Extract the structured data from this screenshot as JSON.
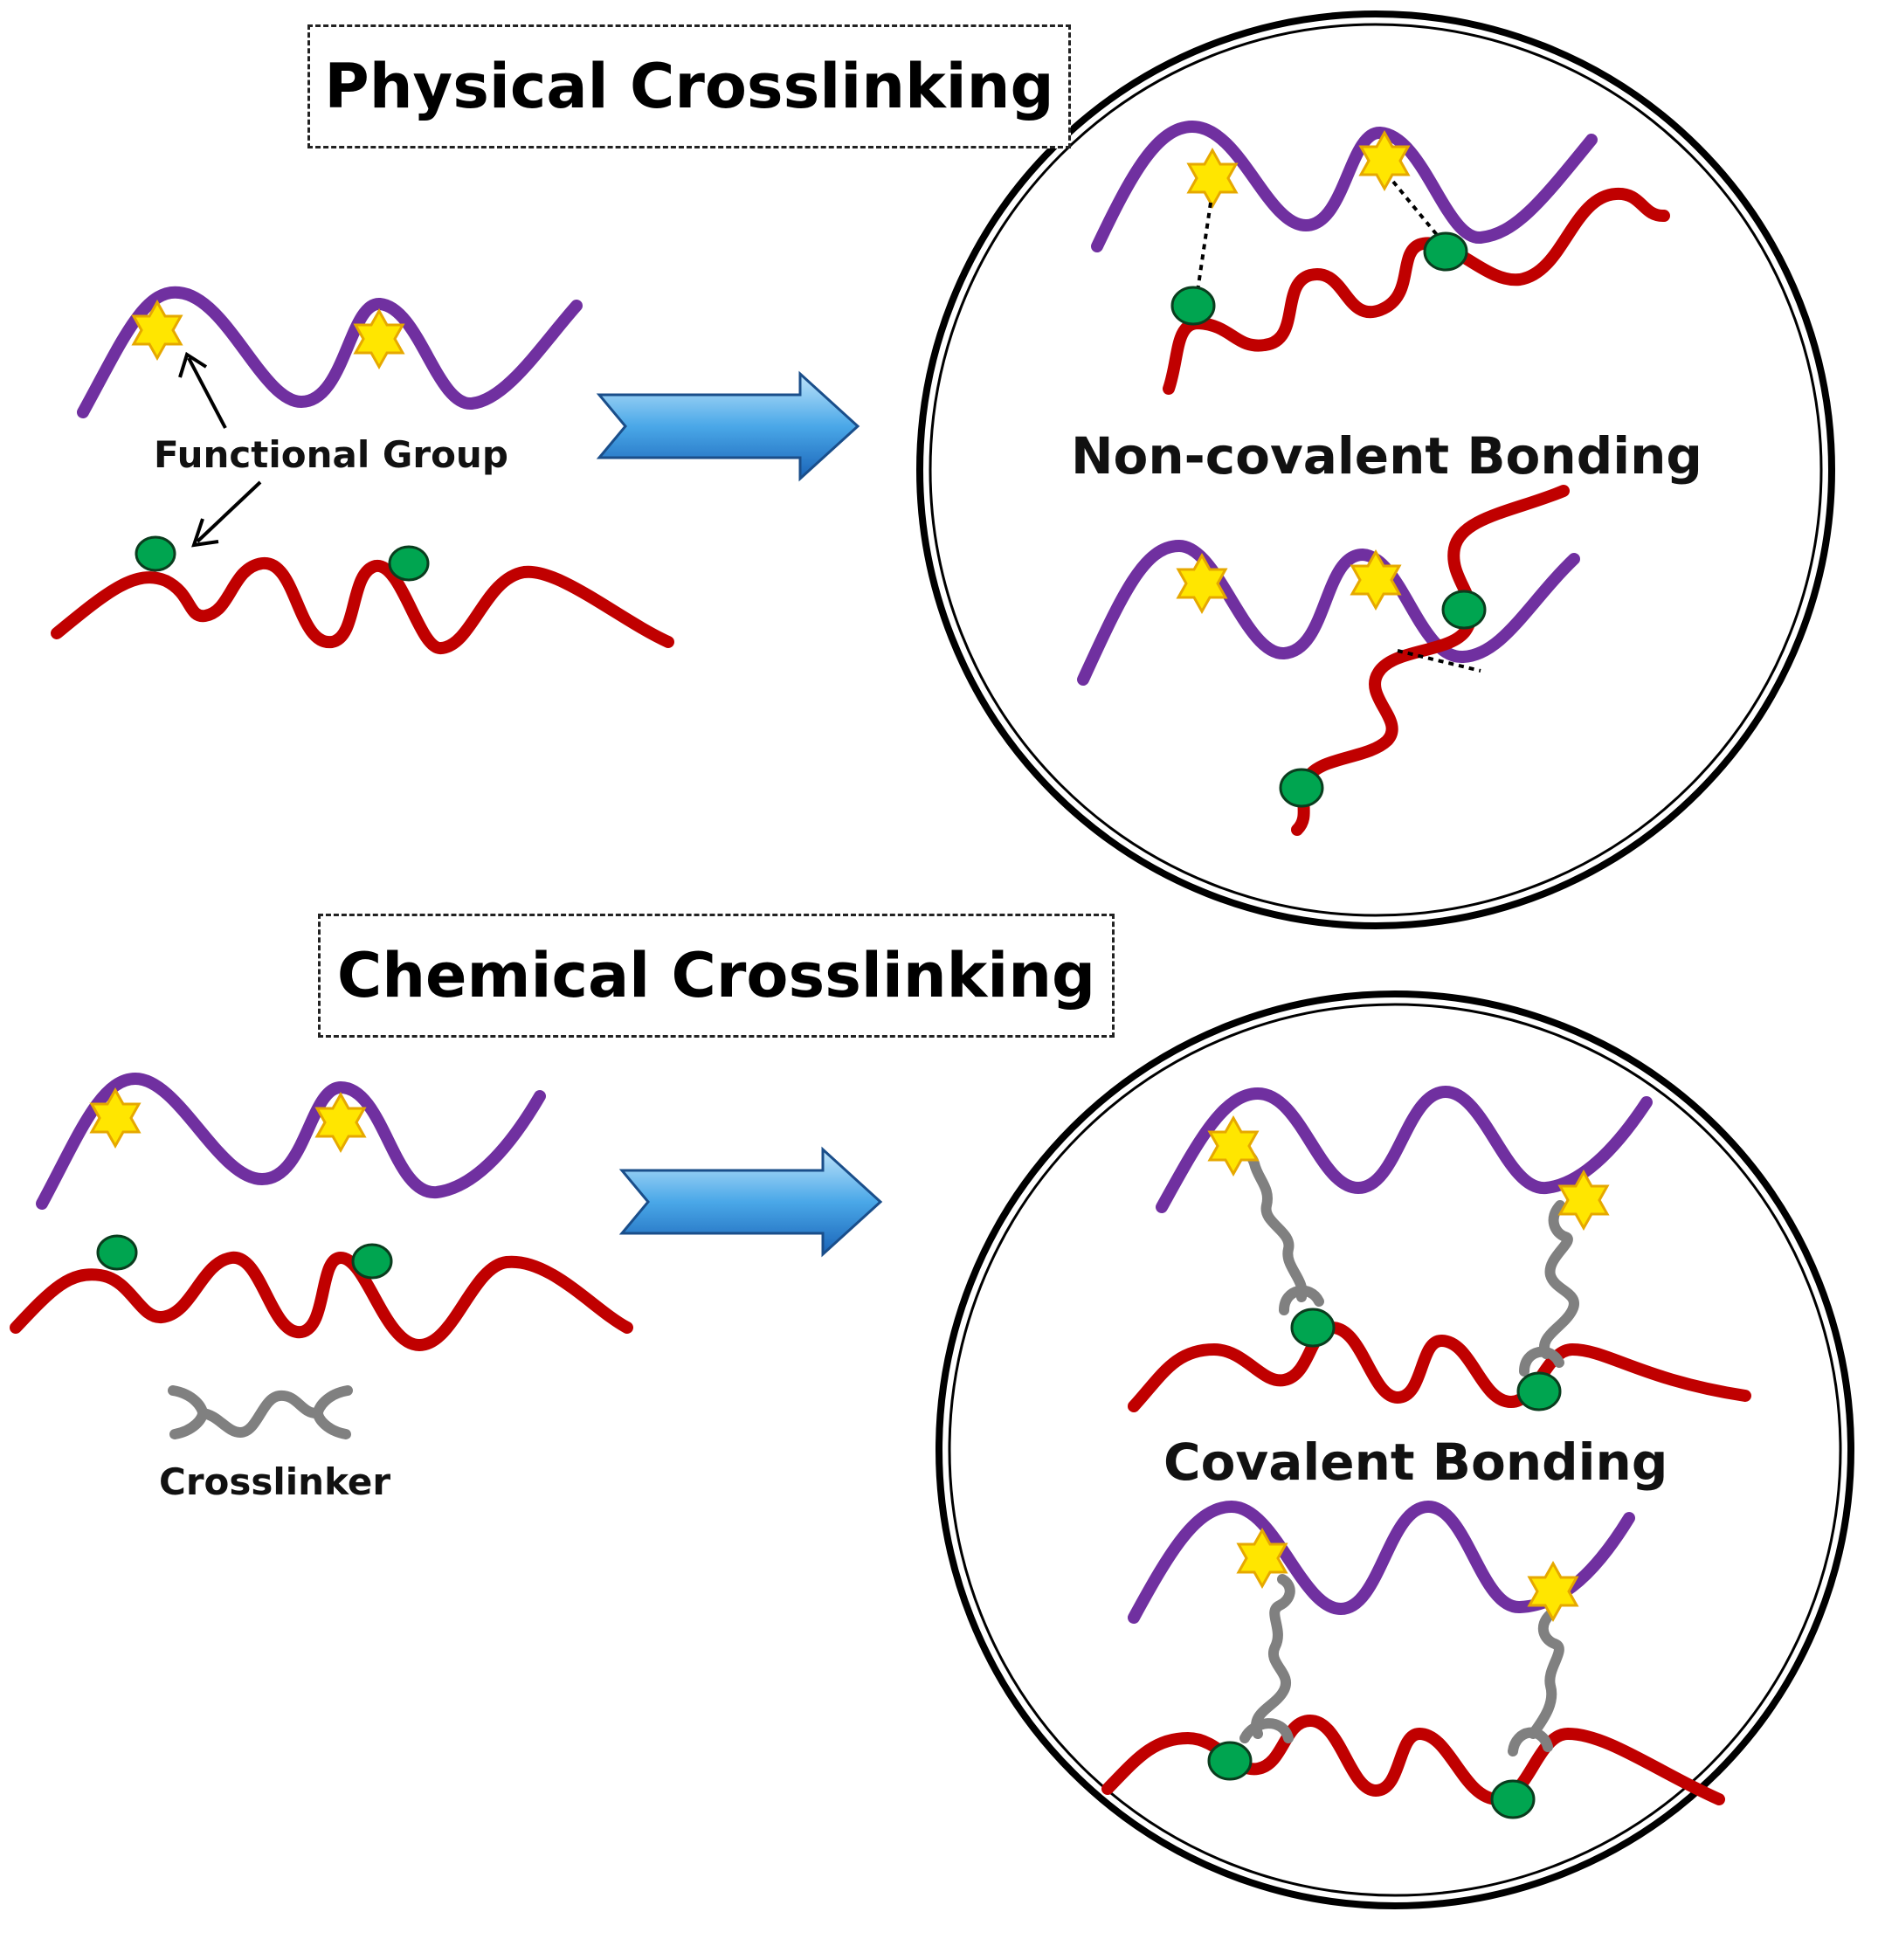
{
  "titles": {
    "physical": "Physical Crosslinking",
    "chemical": "Chemical Crosslinking"
  },
  "labels": {
    "functional_group": "Functional Group",
    "crosslinker": "Crosslinker",
    "non_covalent": "Non-covalent Bonding",
    "covalent": "Covalent Bonding"
  },
  "colors": {
    "chain_a": "#7030A0",
    "chain_b": "#C00000",
    "star": "#FFE600",
    "star_outline": "#E6A800",
    "circle": "#00A550",
    "circle_outline": "#0A3D1E",
    "crosslinker": "#808080",
    "arrow_light": "#9ED3F5",
    "arrow_dark": "#1A6FC0"
  }
}
